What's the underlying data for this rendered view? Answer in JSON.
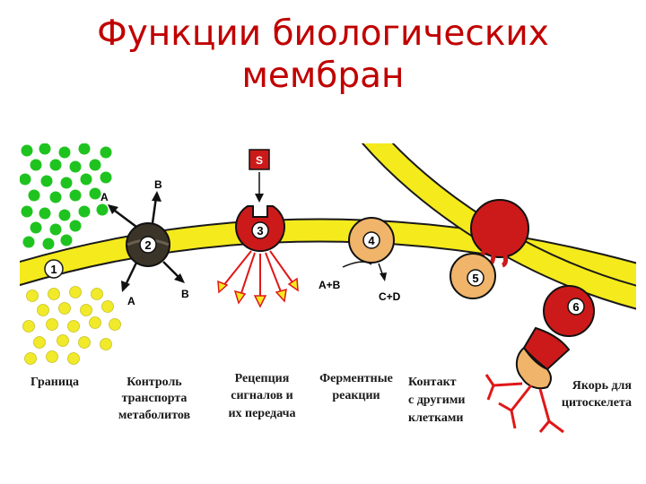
{
  "slide": {
    "title_line1": "Функции биологических",
    "title_line2": "мембран"
  },
  "diagram": {
    "colors": {
      "membrane_fill": "#f5ea1c",
      "membrane_edge": "#1a1a1a",
      "green_particles": "#1fc31f",
      "yellow_particles": "#f1ea2a",
      "protein_dark": "#3b3428",
      "receptor_red": "#cc1a1a",
      "enzyme_orange": "#f0b46a",
      "arrow_red": "#e01818"
    },
    "markers": [
      "1",
      "2",
      "3",
      "4",
      "5",
      "6"
    ],
    "signal_label": "S",
    "transport_labels": {
      "a_top": "A",
      "b_top": "B",
      "a_bottom": "A",
      "b_bottom": "B"
    },
    "reaction_labels": {
      "substrate": "A+B",
      "product": "C+D"
    },
    "captions": [
      {
        "lines": [
          "Граница"
        ]
      },
      {
        "lines": [
          "Контроль",
          "транспорта",
          "метаболитов"
        ]
      },
      {
        "lines": [
          "Рецепция",
          "сигналов и",
          "их передача"
        ]
      },
      {
        "lines": [
          "Ферментные",
          "реакции"
        ]
      },
      {
        "lines": [
          "Контакт",
          "с другими",
          "клетками"
        ]
      },
      {
        "lines": [
          "Якорь для",
          "цитоскелета"
        ]
      }
    ]
  }
}
